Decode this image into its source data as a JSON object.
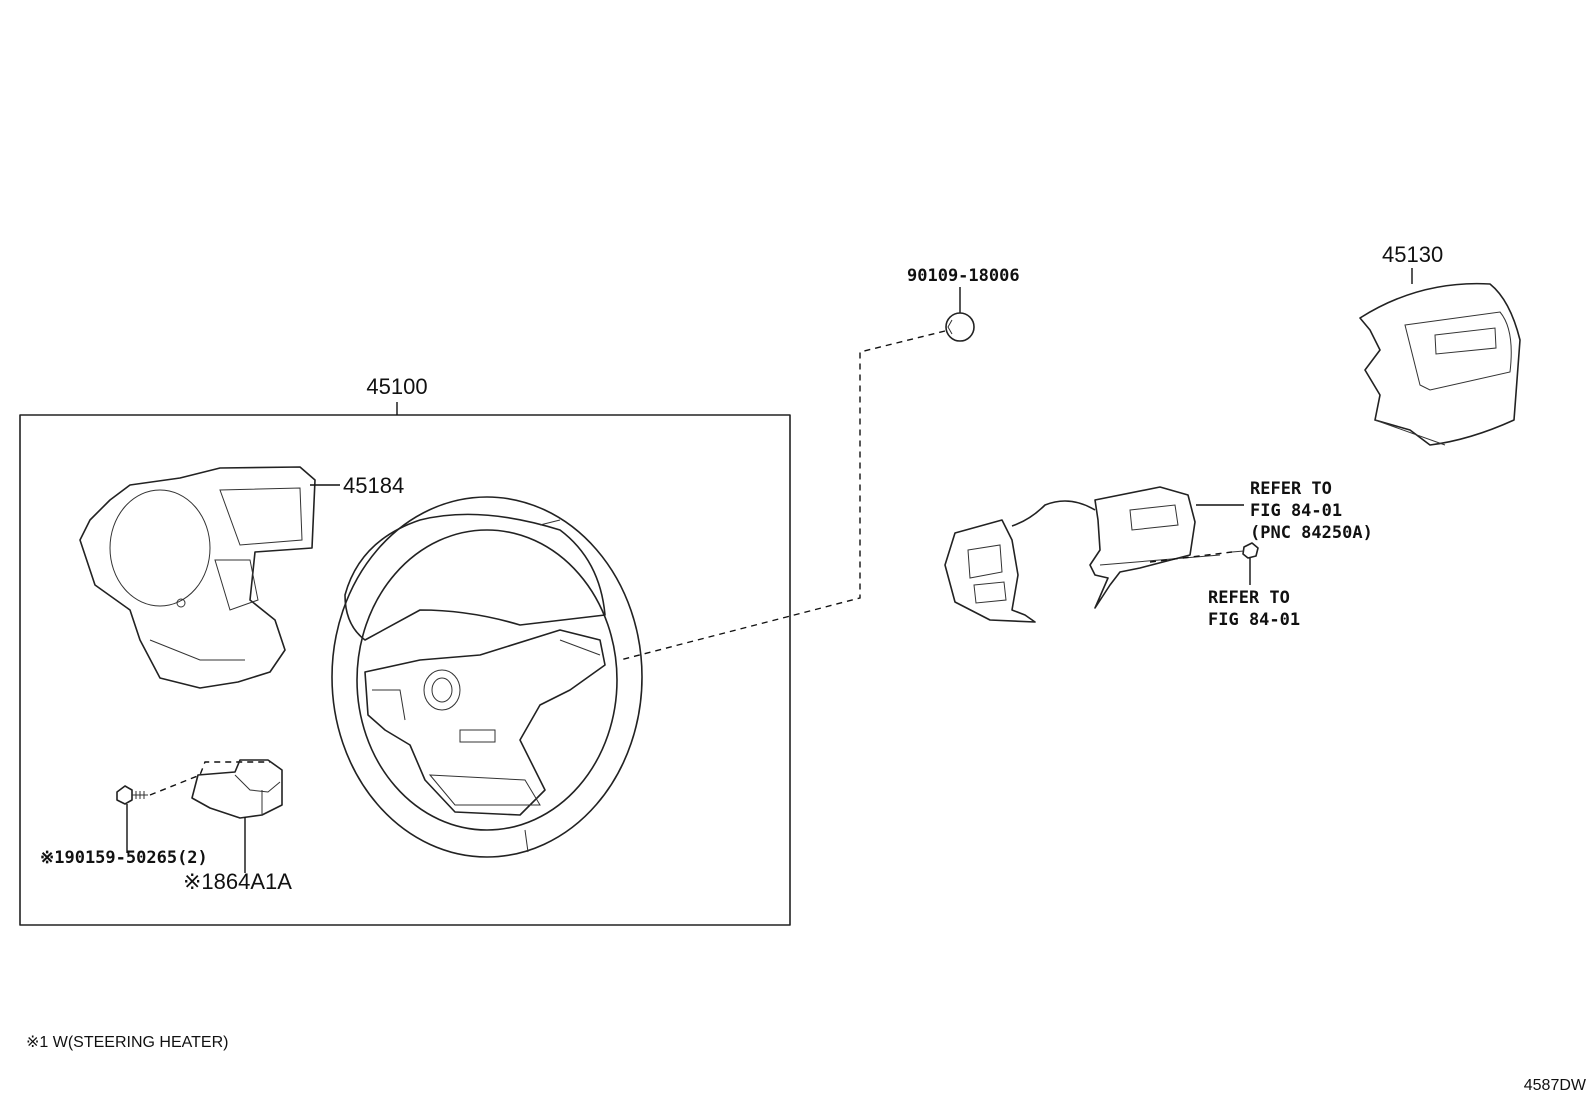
{
  "labels": {
    "assy_45100": "45100",
    "part_45184": "45184",
    "part_45130": "45130",
    "part_90109": "90109-18006",
    "bolt_left": "※190159-50265(2)",
    "heater_part": "※1864A1A",
    "refer_top_1": "REFER TO",
    "refer_top_2": "FIG 84-01",
    "refer_top_3": "(PNC 84250A)",
    "refer_bottom_1": "REFER TO",
    "refer_bottom_2": "FIG 84-01"
  },
  "footer": {
    "note": "※1 W(STEERING HEATER)",
    "diagram_id": "4587DW"
  }
}
